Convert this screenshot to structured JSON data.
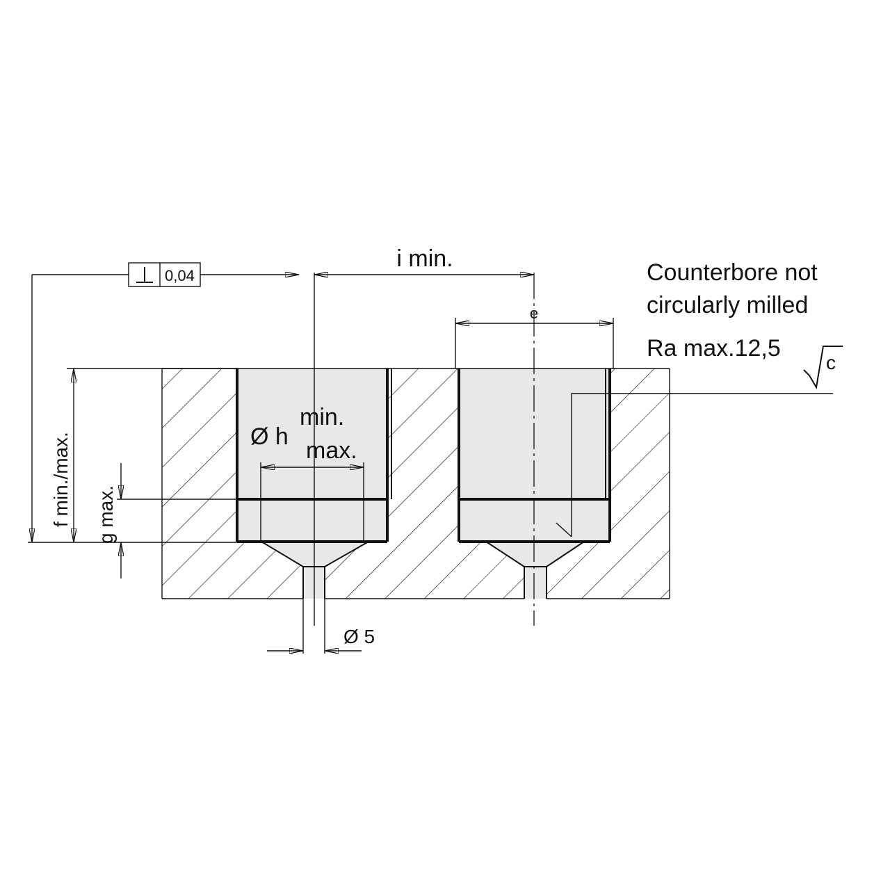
{
  "labels": {
    "i_min": "i min.",
    "e": "e",
    "f": "f min./max.",
    "g": "g max.",
    "h_symbol": "Ø h",
    "h_min": "min.",
    "h_max": "max.",
    "d5": "Ø 5",
    "tolerance_value": "0,04",
    "note_line1": "Counterbore not",
    "note_line2": "circularly milled",
    "roughness": "Ra max.12,5",
    "roughness_symbol": "c"
  },
  "icons": {
    "perpendicularity": "perpendicularity-icon",
    "surface_finish": "surface-finish-icon"
  },
  "colors": {
    "line": "#111111",
    "bore_fill": "#e6e8ea",
    "background": "#ffffff"
  }
}
